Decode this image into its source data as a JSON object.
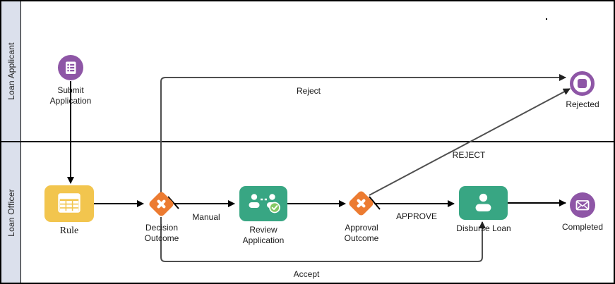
{
  "lanes": {
    "applicant": "Loan Applicant",
    "officer": "Loan Officer"
  },
  "nodes": {
    "submit_application": "Submit Application",
    "rule": "Rule",
    "decision_outcome": "Decision Outcome",
    "review_application": "Review Application",
    "approval_outcome": "Approval Outcome",
    "disburse_loan": "Disburse Loan",
    "completed": "Completed",
    "rejected": "Rejected"
  },
  "edge_labels": {
    "reject_top": "Reject",
    "manual": "Manual",
    "approve": "APPROVE",
    "reject_diagonal": "REJECT",
    "accept": "Accept"
  },
  "icons": {
    "submit_application": "form-list-icon",
    "rule": "decision-table-icon",
    "decision_outcome": "x-gateway-icon",
    "review_application": "two-users-check-icon",
    "approval_outcome": "x-gateway-icon",
    "disburse_loan": "user-task-icon",
    "completed": "envelope-message-icon",
    "rejected": "terminate-square-icon"
  },
  "colors": {
    "event_purple": "#8e56a6",
    "task_green": "#38a683",
    "rule_yellow": "#f2c54e",
    "gateway_orange": "#ec7b31",
    "badge_green": "#85c964",
    "lane_fill": "#dbe0ec",
    "edge_gray": "#4f4f4f",
    "flow_black": "#000000"
  }
}
